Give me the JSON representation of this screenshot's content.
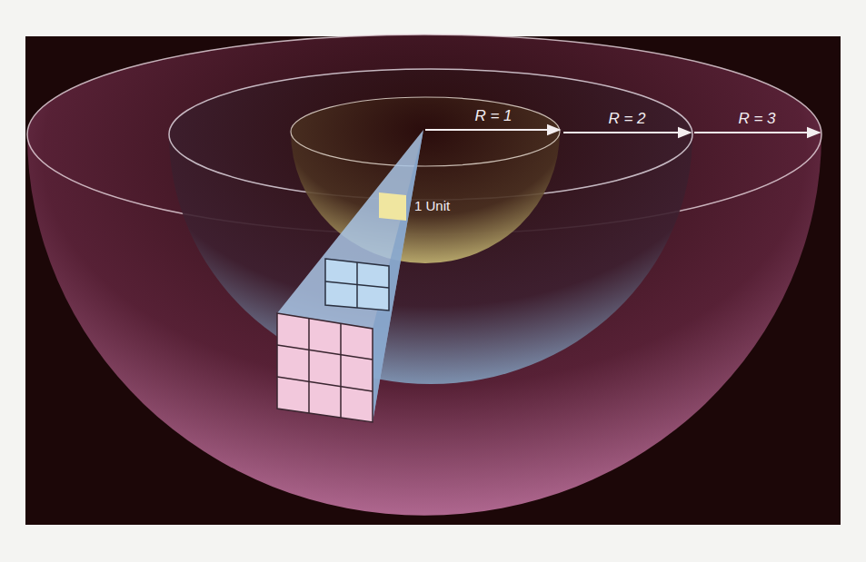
{
  "diagram": {
    "labels": [
      "R = 1",
      "R = 2",
      "R = 3",
      "1 Unit"
    ]
  }
}
